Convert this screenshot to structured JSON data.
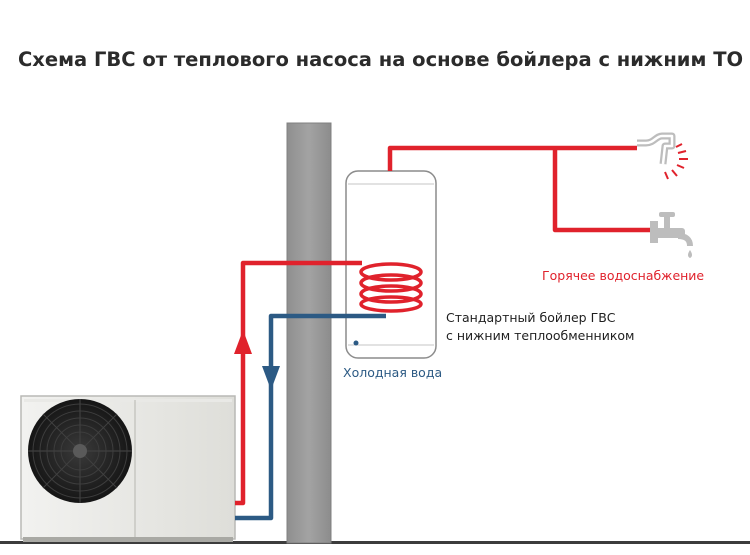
{
  "title": "Схема ГВС от теплового насоса на основе бойлера с нижним ТО",
  "labels": {
    "hot_water": "Горячее водоснабжение",
    "cold_water": "Холодная вода",
    "boiler_line1": "Стандартный бойлер ГВС",
    "boiler_line2": "с нижним теплообменником"
  },
  "colors": {
    "hot_pipe": "#e0222c",
    "cold_pipe": "#2c5a84",
    "hot_text": "#e0222c",
    "cold_text": "#2c5a84",
    "wall": "#9a9a9a"
  },
  "icons": {
    "shower": "shower-icon",
    "faucet": "faucet-icon",
    "heat_pump": "heat-pump-unit",
    "fan": "fan-icon"
  }
}
